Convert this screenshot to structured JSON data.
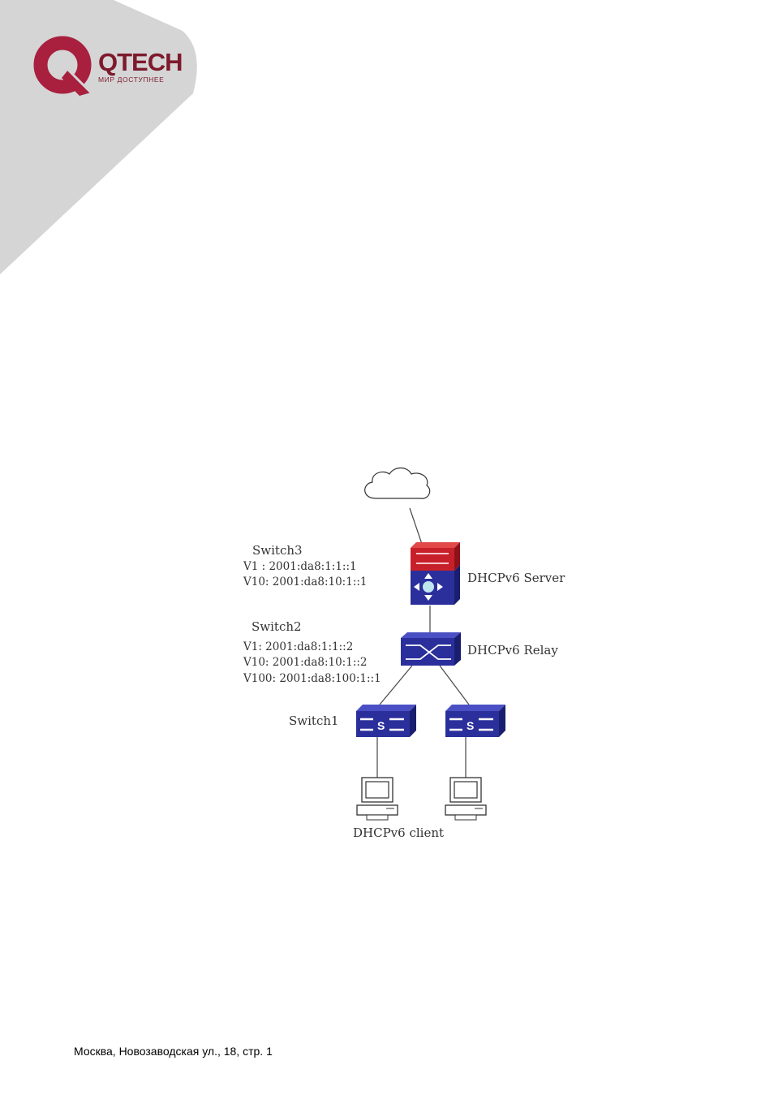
{
  "header": {
    "logo_name": "QTECH",
    "logo_tagline": "МИР ДОСТУПНЕЕ",
    "brand_color": "#a8203e",
    "corner_color": "#d5d5d6"
  },
  "diagram": {
    "switch3": {
      "name": "Switch3",
      "v1": "V1 : 2001:da8:1:1::1",
      "v10": "V10: 2001:da8:10:1::1",
      "role": "DHCPv6 Server"
    },
    "switch2": {
      "name": "Switch2",
      "v1": "V1: 2001:da8:1:1::2",
      "v10": "V10: 2001:da8:10:1::2",
      "v100": "V100: 2001:da8:100:1::1",
      "role": "DHCPv6 Relay"
    },
    "switch1": {
      "name": "Switch1"
    },
    "switch_badge": "S",
    "client_label": "DHCPv6 client",
    "colors": {
      "server_top": "#c8202a",
      "switch_blue": "#2a2f9c"
    }
  },
  "footer": {
    "address": "Москва, Новозаводская ул., 18, стр. 1"
  }
}
